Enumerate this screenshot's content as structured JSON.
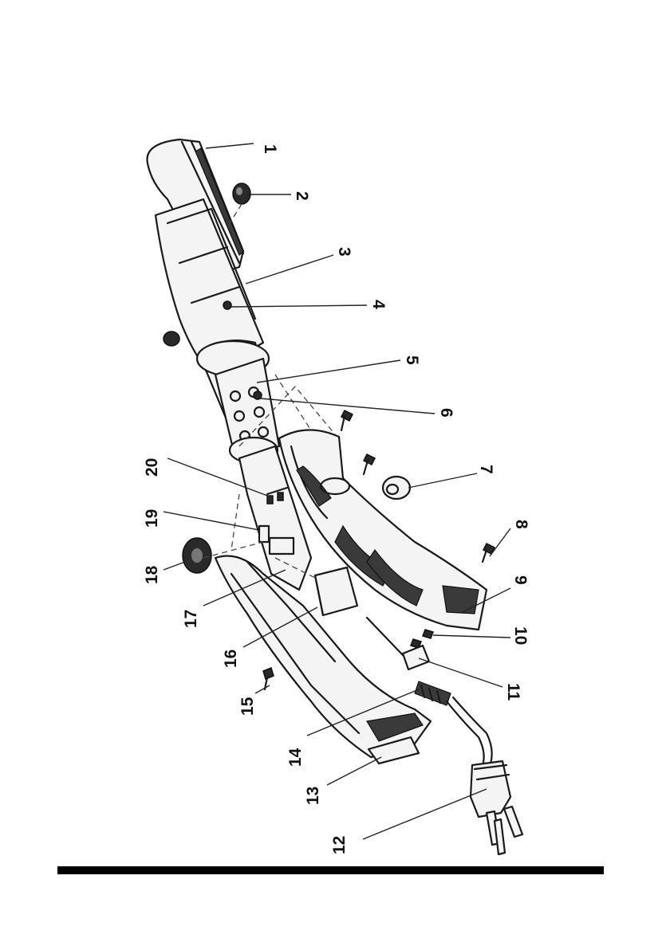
{
  "diagram": {
    "part_labels": [
      {
        "id": "1",
        "text": "1"
      },
      {
        "id": "2",
        "text": "2"
      },
      {
        "id": "3",
        "text": "3"
      },
      {
        "id": "4",
        "text": "4"
      },
      {
        "id": "5",
        "text": "5"
      },
      {
        "id": "6",
        "text": "6"
      },
      {
        "id": "7",
        "text": "7"
      },
      {
        "id": "8",
        "text": "8"
      },
      {
        "id": "9",
        "text": "9"
      },
      {
        "id": "10",
        "text": "10"
      },
      {
        "id": "11",
        "text": "11"
      },
      {
        "id": "12",
        "text": "12"
      },
      {
        "id": "13",
        "text": "13"
      },
      {
        "id": "14",
        "text": "14"
      },
      {
        "id": "15",
        "text": "15"
      },
      {
        "id": "16",
        "text": "16"
      },
      {
        "id": "17",
        "text": "17"
      },
      {
        "id": "18",
        "text": "18"
      },
      {
        "id": "19",
        "text": "19"
      },
      {
        "id": "20",
        "text": "20"
      }
    ]
  }
}
